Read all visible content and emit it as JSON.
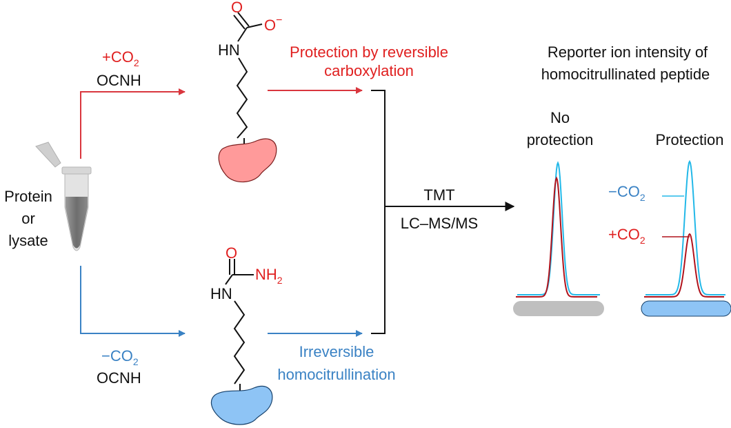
{
  "colors": {
    "red_arrow": "#d9363e",
    "blue_arrow": "#3a82c4",
    "red_text": "#e02020",
    "blue_text": "#3a82c4",
    "protein_red_fill": "#ff9a9a",
    "protein_blue_fill": "#8ec4f5",
    "bar_grey": "#bfbfbf",
    "bar_blue": "#8ec4f5",
    "peak_cyan": "#22b8e8",
    "peak_darkred": "#b0121b"
  },
  "sample": {
    "label_line1": "Protein",
    "label_line2": "or",
    "label_line3": "lysate",
    "icon": "microcentrifuge-tube-icon"
  },
  "top_branch": {
    "reagent_co2": "+CO",
    "reagent_co2_sub": "2",
    "reagent_ocnh": "OCNH",
    "chem_o": "O",
    "chem_o_minus": "O",
    "chem_minus": "−",
    "chem_hn": "HN",
    "caption_line1": "Protection by reversible",
    "caption_line2": "carboxylation"
  },
  "bottom_branch": {
    "reagent_co2": "−CO",
    "reagent_co2_sub": "2",
    "reagent_ocnh": "OCNH",
    "chem_o": "O",
    "chem_nh": "NH",
    "chem_nh_sub": "2",
    "chem_hn": "HN",
    "caption_line1": "Irreversible",
    "caption_line2": "homocitrullination"
  },
  "merge": {
    "label_top": "TMT",
    "label_bottom": "LC–MS/MS"
  },
  "readout": {
    "title_line1": "Reporter ion intensity of",
    "title_line2": "homocitrullinated peptide",
    "left_header_line1": "No",
    "left_header_line2": "protection",
    "right_header": "Protection",
    "legend_minus": "−CO",
    "legend_minus_sub": "2",
    "legend_plus": "+CO",
    "legend_plus_sub": "2"
  }
}
